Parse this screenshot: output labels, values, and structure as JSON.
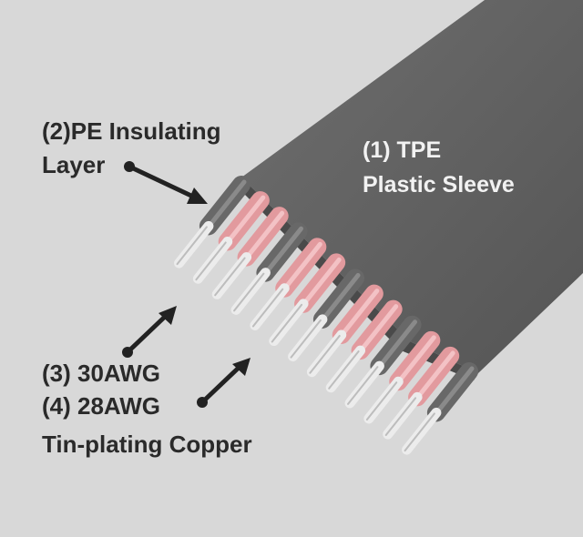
{
  "labels": {
    "pe_line1": "(2)PE Insulating",
    "pe_line2": "Layer",
    "tpe_line1": "(1) TPE",
    "tpe_line2": "Plastic Sleeve",
    "awg30": "(3) 30AWG",
    "awg28": "(4) 28AWG",
    "copper": "Tin-plating Copper"
  },
  "colors": {
    "background": "#d8d8d8",
    "sleeve": "#5f5f5f",
    "pink_insulation": "#e29a9e",
    "gray_insulation": "#6a6a6a",
    "copper_conductor": "#f0f0f0",
    "text_dark": "#2a2a2a",
    "text_light": "#f2f2f2"
  },
  "conductor_pattern": [
    "gray",
    "pink",
    "pink",
    "gray",
    "pink",
    "pink",
    "gray",
    "pink",
    "pink",
    "gray",
    "pink",
    "pink",
    "gray"
  ]
}
